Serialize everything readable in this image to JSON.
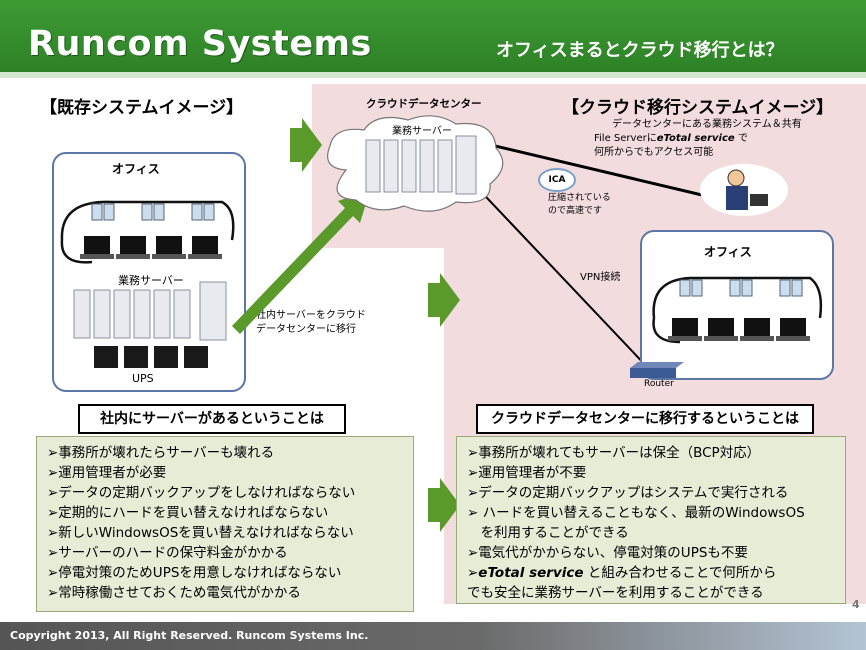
{
  "header": {
    "brand": "Runcom Systems",
    "title": "オフィスまるとクラウド移行とは？"
  },
  "left": {
    "section_title": "【既存システムイメージ】",
    "office_label": "オフィス",
    "server_label": "業務サーバー",
    "ups_label": "UPS",
    "migrate_note_line1": "社内サーバーをクラウド",
    "migrate_note_line2": "データセンターに移行",
    "summary_title": "社内にサーバーがあるということは",
    "bullets": [
      "➢事務所が壊れたらサーバーも壊れる",
      "➢運用管理者が必要",
      "➢データの定期バックアップをしなければならない",
      "➢定期的にハードを買い替えなければならない",
      "➢新しいWindowsOSを買い替えなければならない",
      "➢サーバーのハードの保守料金がかかる",
      "➢停電対策のためUPSを用意しなければならない",
      "➢常時稼働させておくため電気代がかかる"
    ]
  },
  "right": {
    "datacenter_label": "クラウドデータセンター",
    "cloud_server_label": "業務サーバー",
    "section_title": "【クラウド移行システムイメージ】",
    "desc_line1": "データセンターにある業務システム＆共有",
    "desc_line2_prefix": "File Serverに",
    "desc_line2_brand": "eTotal service",
    "desc_line2_suffix": " で",
    "desc_line3": "何所からでもアクセス可能",
    "ica_label": "ICA",
    "compress_line1": "圧縮されている",
    "compress_line2": "ので高速です",
    "vpn_label": "VPN接続",
    "office_label": "オフィス",
    "router_label": "Router",
    "summary_title": "クラウドデータセンターに移行するということは",
    "bullets": [
      "➢事務所が壊れてもサーバーは保全（BCP対応）",
      "➢運用管理者が不要",
      "➢データの定期バックアップはシステムで実行される",
      "➢ ハードを買い替えることもなく、最新のWindowsOS",
      "　を利用することができる",
      "➢電気代がかからない、停電対策のUPSも不要"
    ],
    "last_bullet_brand": "➢eTotal service",
    "last_bullet_rest": " と組み合わせることで何所から",
    "last_bullet_line2": "でも安全に業務サーバーを利用することができる"
  },
  "page_number": "4",
  "footer": "Copyright 2013, All Right Reserved.  Runcom Systems Inc."
}
